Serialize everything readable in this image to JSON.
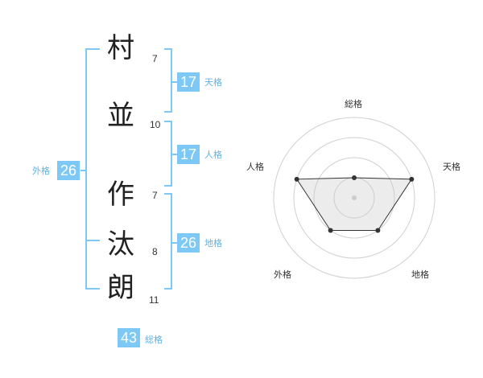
{
  "name": {
    "chars": [
      {
        "char": "村",
        "strokes": "7"
      },
      {
        "char": "並",
        "strokes": "10"
      },
      {
        "char": "作",
        "strokes": "7"
      },
      {
        "char": "汰",
        "strokes": "8"
      },
      {
        "char": "朗",
        "strokes": "11"
      }
    ]
  },
  "fortunes": {
    "ten": {
      "value": "17",
      "label": "天格"
    },
    "jin": {
      "value": "17",
      "label": "人格"
    },
    "chi": {
      "value": "26",
      "label": "地格"
    },
    "gai": {
      "value": "26",
      "label": "外格"
    },
    "so": {
      "value": "43",
      "label": "総格"
    }
  },
  "colors": {
    "accent": "#7ec8f5",
    "label": "#5fb2e4"
  },
  "chart_data": {
    "type": "radar",
    "axes": [
      "総格",
      "天格",
      "地格",
      "外格",
      "人格"
    ],
    "levels": 4,
    "scale": [
      0,
      4
    ],
    "values": [
      1,
      3,
      2,
      2,
      3
    ]
  }
}
